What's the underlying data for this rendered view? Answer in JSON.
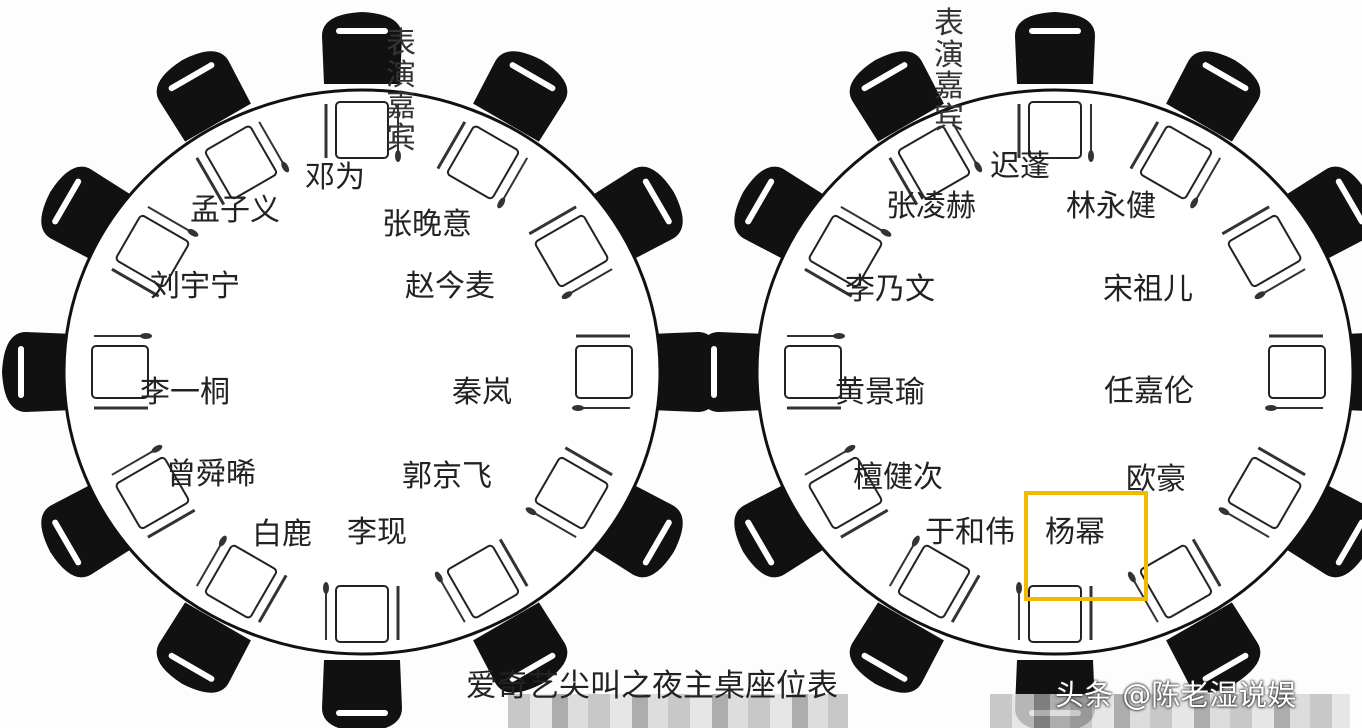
{
  "title": "爱奇艺尖叫之夜主桌座位表",
  "watermark": "头条 @陈老湿说娱",
  "highlight_color": "#f3b800",
  "tables": [
    {
      "label": "表演嘉宾",
      "guests": [
        "邓为",
        "张晚意",
        "赵今麦",
        "秦岚",
        "郭京飞",
        "李现",
        "白鹿",
        "曾舜晞",
        "李一桐",
        "刘宇宁",
        "孟子义"
      ]
    },
    {
      "label": "表演嘉宾",
      "guests": [
        "迟蓬",
        "林永健",
        "宋祖儿",
        "任嘉伦",
        "欧豪",
        "杨幂",
        "于和伟",
        "檀健次",
        "黄景瑜",
        "李乃文",
        "张凌赫"
      ],
      "highlighted": "杨幂"
    }
  ]
}
